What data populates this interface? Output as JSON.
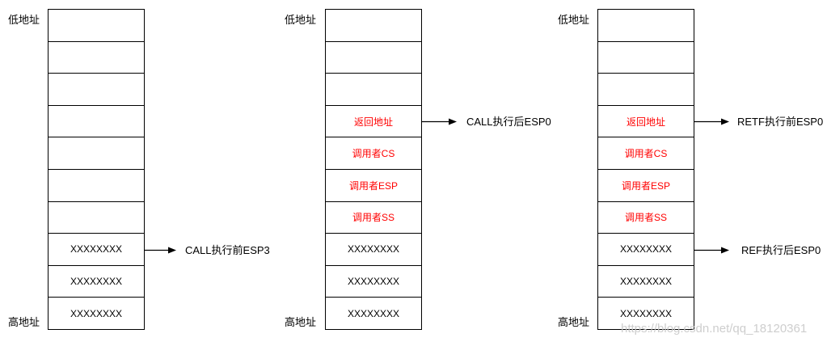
{
  "colors": {
    "line": "#000000",
    "text": "#000000",
    "highlight_red": "#ff0000",
    "watermark_gray": "#c9c9c9",
    "background": "#ffffff"
  },
  "watermark": {
    "text": "https://blog.csdn.net/qq_18120361"
  },
  "diagrams": [
    {
      "name": "stack-before-call",
      "low_label": "低地址",
      "high_label": "高地址",
      "rows": [
        {
          "text": ""
        },
        {
          "text": ""
        },
        {
          "text": ""
        },
        {
          "text": ""
        },
        {
          "text": ""
        },
        {
          "text": ""
        },
        {
          "text": ""
        },
        {
          "text": "XXXXXXXX"
        },
        {
          "text": "XXXXXXXX"
        },
        {
          "text": "XXXXXXXX"
        }
      ],
      "pointers": [
        {
          "label": "CALL执行前ESP3",
          "row_index": 7
        }
      ]
    },
    {
      "name": "stack-after-call",
      "low_label": "低地址",
      "high_label": "高地址",
      "rows": [
        {
          "text": ""
        },
        {
          "text": ""
        },
        {
          "text": ""
        },
        {
          "text": "返回地址",
          "highlight": true
        },
        {
          "text": "调用者CS",
          "highlight": true
        },
        {
          "text": "调用者ESP",
          "highlight": true
        },
        {
          "text": "调用者SS",
          "highlight": true
        },
        {
          "text": "XXXXXXXX"
        },
        {
          "text": "XXXXXXXX"
        },
        {
          "text": "XXXXXXXX"
        }
      ],
      "pointers": [
        {
          "label": "CALL执行后ESP0",
          "row_index": 3
        }
      ]
    },
    {
      "name": "stack-before-retf",
      "low_label": "低地址",
      "high_label": "高地址",
      "rows": [
        {
          "text": ""
        },
        {
          "text": ""
        },
        {
          "text": ""
        },
        {
          "text": "返回地址",
          "highlight": true
        },
        {
          "text": "调用者CS",
          "highlight": true
        },
        {
          "text": "调用者ESP",
          "highlight": true
        },
        {
          "text": "调用者SS",
          "highlight": true
        },
        {
          "text": "XXXXXXXX"
        },
        {
          "text": "XXXXXXXX"
        },
        {
          "text": "XXXXXXXX"
        }
      ],
      "pointers": [
        {
          "label": "RETF执行前ESP0",
          "row_index": 3
        },
        {
          "label": "REF执行后ESP0",
          "row_index": 7
        }
      ]
    }
  ]
}
